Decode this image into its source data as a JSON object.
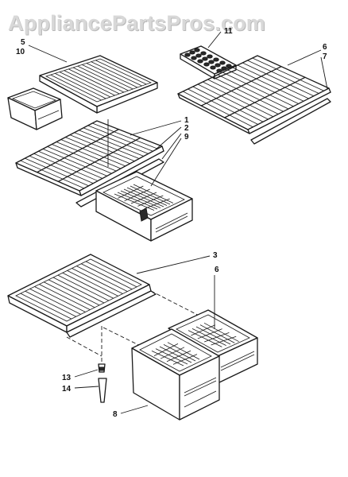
{
  "watermark": "AppliancePartsPros.com",
  "callouts": {
    "c5": "5",
    "c10": "10",
    "c11": "11",
    "c6": "6",
    "c7": "7",
    "c1": "1",
    "c2": "2",
    "c9": "9",
    "c3": "3",
    "c6b": "6",
    "c13": "13",
    "c14": "14",
    "c8": "8"
  }
}
